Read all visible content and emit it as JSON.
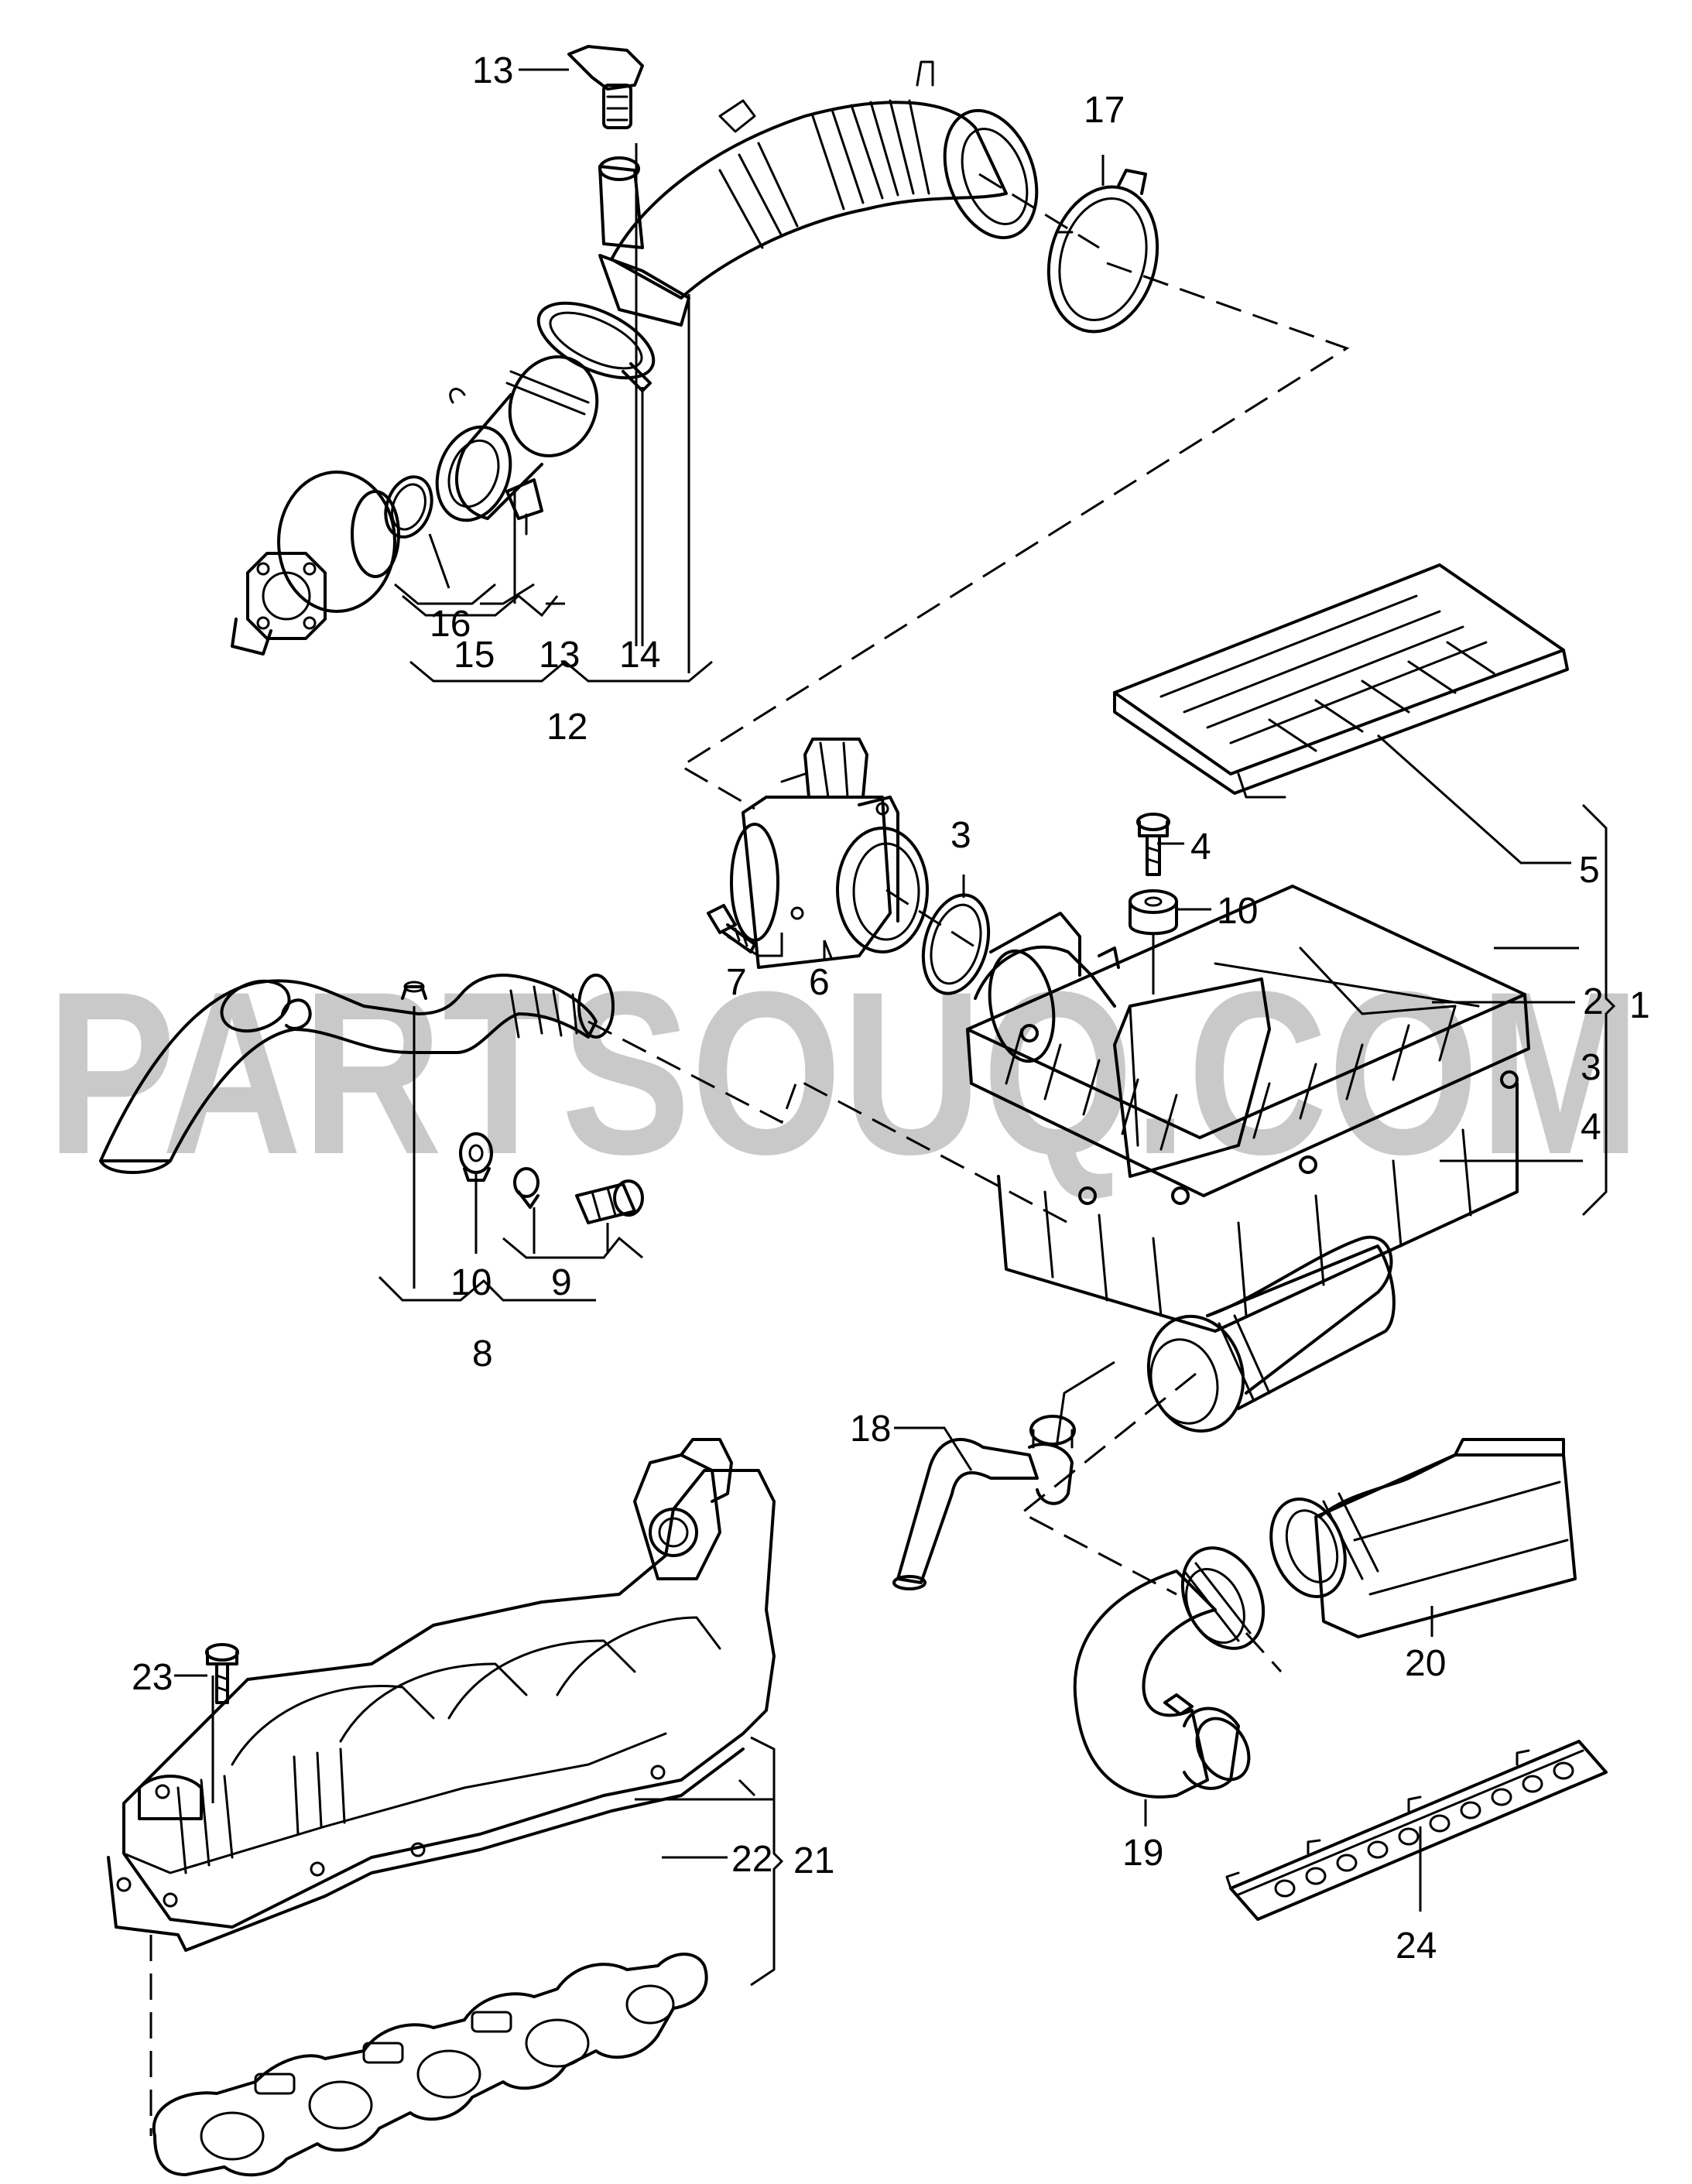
{
  "watermark": "PARTSOUQ.COM",
  "callouts": {
    "c1": "1",
    "c2": "2",
    "c3a": "3",
    "c3b": "3",
    "c4a": "4",
    "c4b": "4",
    "c5": "5",
    "c6": "6",
    "c7": "7",
    "c8": "8",
    "c9": "9",
    "c10a": "10",
    "c10b": "10",
    "c12": "12",
    "c13a": "13",
    "c13b": "13",
    "c14": "14",
    "c15": "15",
    "c16": "16",
    "c17": "17",
    "c18": "18",
    "c19": "19",
    "c20": "20",
    "c21": "21",
    "c22": "22",
    "c23": "23",
    "c24": "24"
  },
  "colors": {
    "line": "#000000",
    "watermark": "#b8b8b8",
    "background": "#ffffff"
  }
}
